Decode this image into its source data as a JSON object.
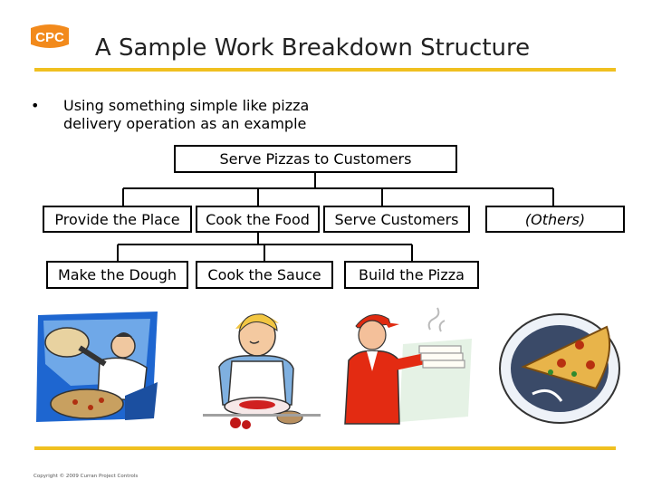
{
  "logo": {
    "text": "CPC",
    "accent": "#f28a1c"
  },
  "slide": {
    "title": "A Sample Work Breakdown Structure",
    "bullet": "Using something simple like pizza delivery operation as an example"
  },
  "wbs": {
    "root": "Serve Pizzas to Customers",
    "level2": [
      "Provide the Place",
      "Cook the Food",
      "Serve Customers",
      "(Others)"
    ],
    "level3": [
      "Make the Dough",
      "Cook the Sauce",
      "Build the Pizza"
    ]
  },
  "footer": {
    "copyright": "Copyright © 2009 Curran Project Controls"
  },
  "colors": {
    "accent_rule": "#f0c020",
    "border": "#000000"
  }
}
